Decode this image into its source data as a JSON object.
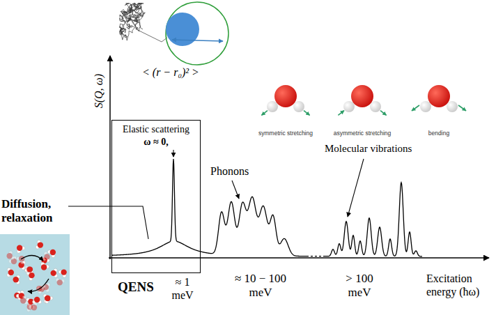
{
  "diagram": {
    "nodes": [
      {
        "text": [
          "Elastic scattering",
          "ω ≈ 0,",
          "QENS"
        ]
      }
    ],
    "labels": [
      "< (r − r₀)² >",
      "S(Q, ω)",
      "Diffusion, relaxation",
      "Phonons",
      "symmetric stretching",
      "asymmetric stretching",
      "bending",
      "Molecular vibrations",
      "≈ 1 meV",
      "≈ 10 − 100 meV",
      "> 100 meV",
      "Excitation energy (ħω)"
    ]
  }
}
